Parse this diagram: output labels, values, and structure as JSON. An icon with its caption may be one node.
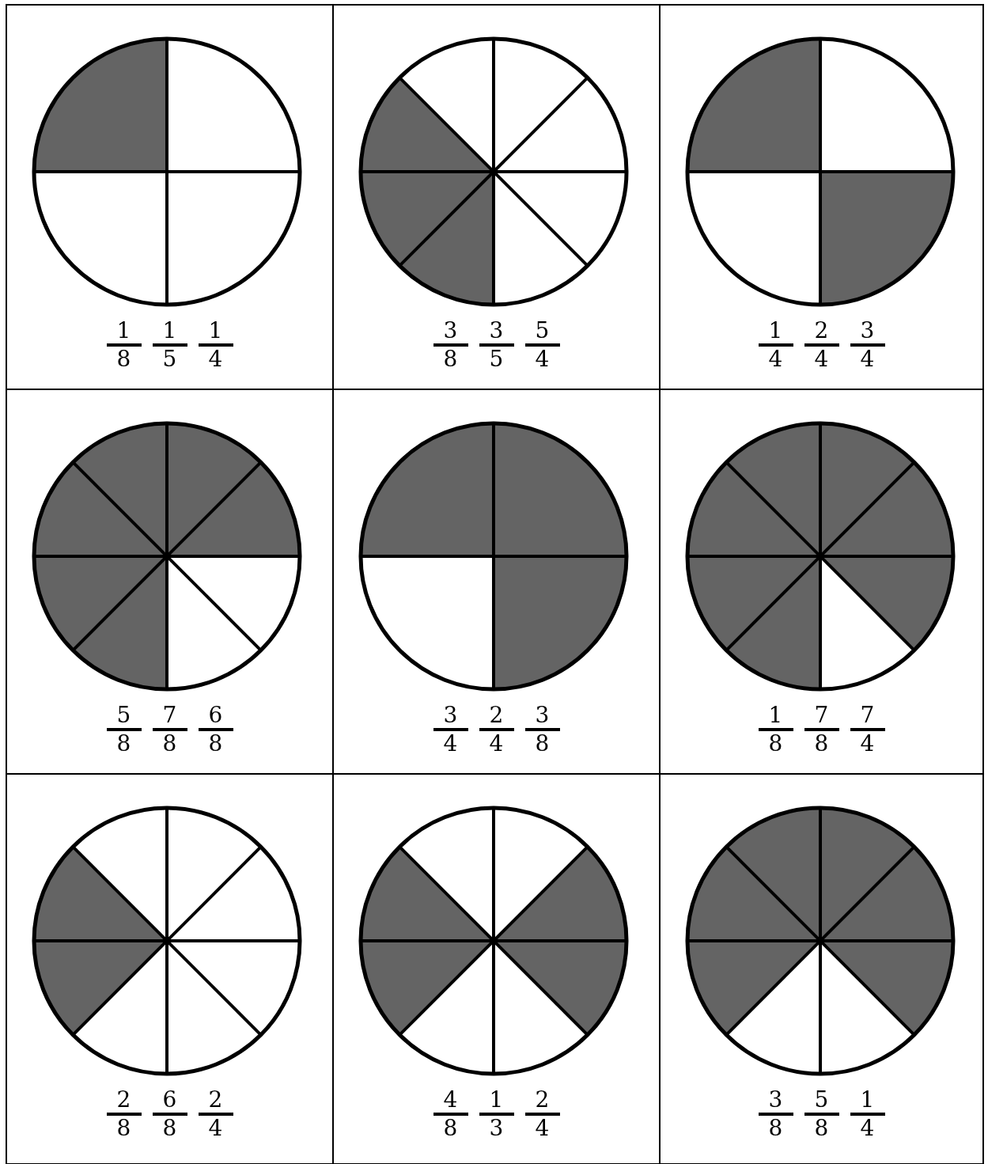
{
  "diagram": {
    "nodes": [
      {
        "text": [
          "1 8",
          "1 5",
          "1 4"
        ]
      },
      {
        "text": [
          "3 8",
          "3 5",
          "5 4"
        ]
      },
      {
        "text": [
          "1 4",
          "2 4",
          "3 4"
        ]
      },
      {
        "text": [
          "5 8",
          "7 8",
          "6 8"
        ]
      },
      {
        "text": [
          "3 4",
          "2 4",
          "3 8"
        ]
      },
      {
        "text": [
          "1 8",
          "7 8",
          "7 4"
        ]
      },
      {
        "text": [
          "2 8",
          "6 8",
          "2 4"
        ]
      },
      {
        "text": [
          "4 8",
          "1 3",
          "2 4"
        ]
      },
      {
        "text": [
          "3 8",
          "5 8",
          "1 4"
        ]
      }
    ]
  }
}
